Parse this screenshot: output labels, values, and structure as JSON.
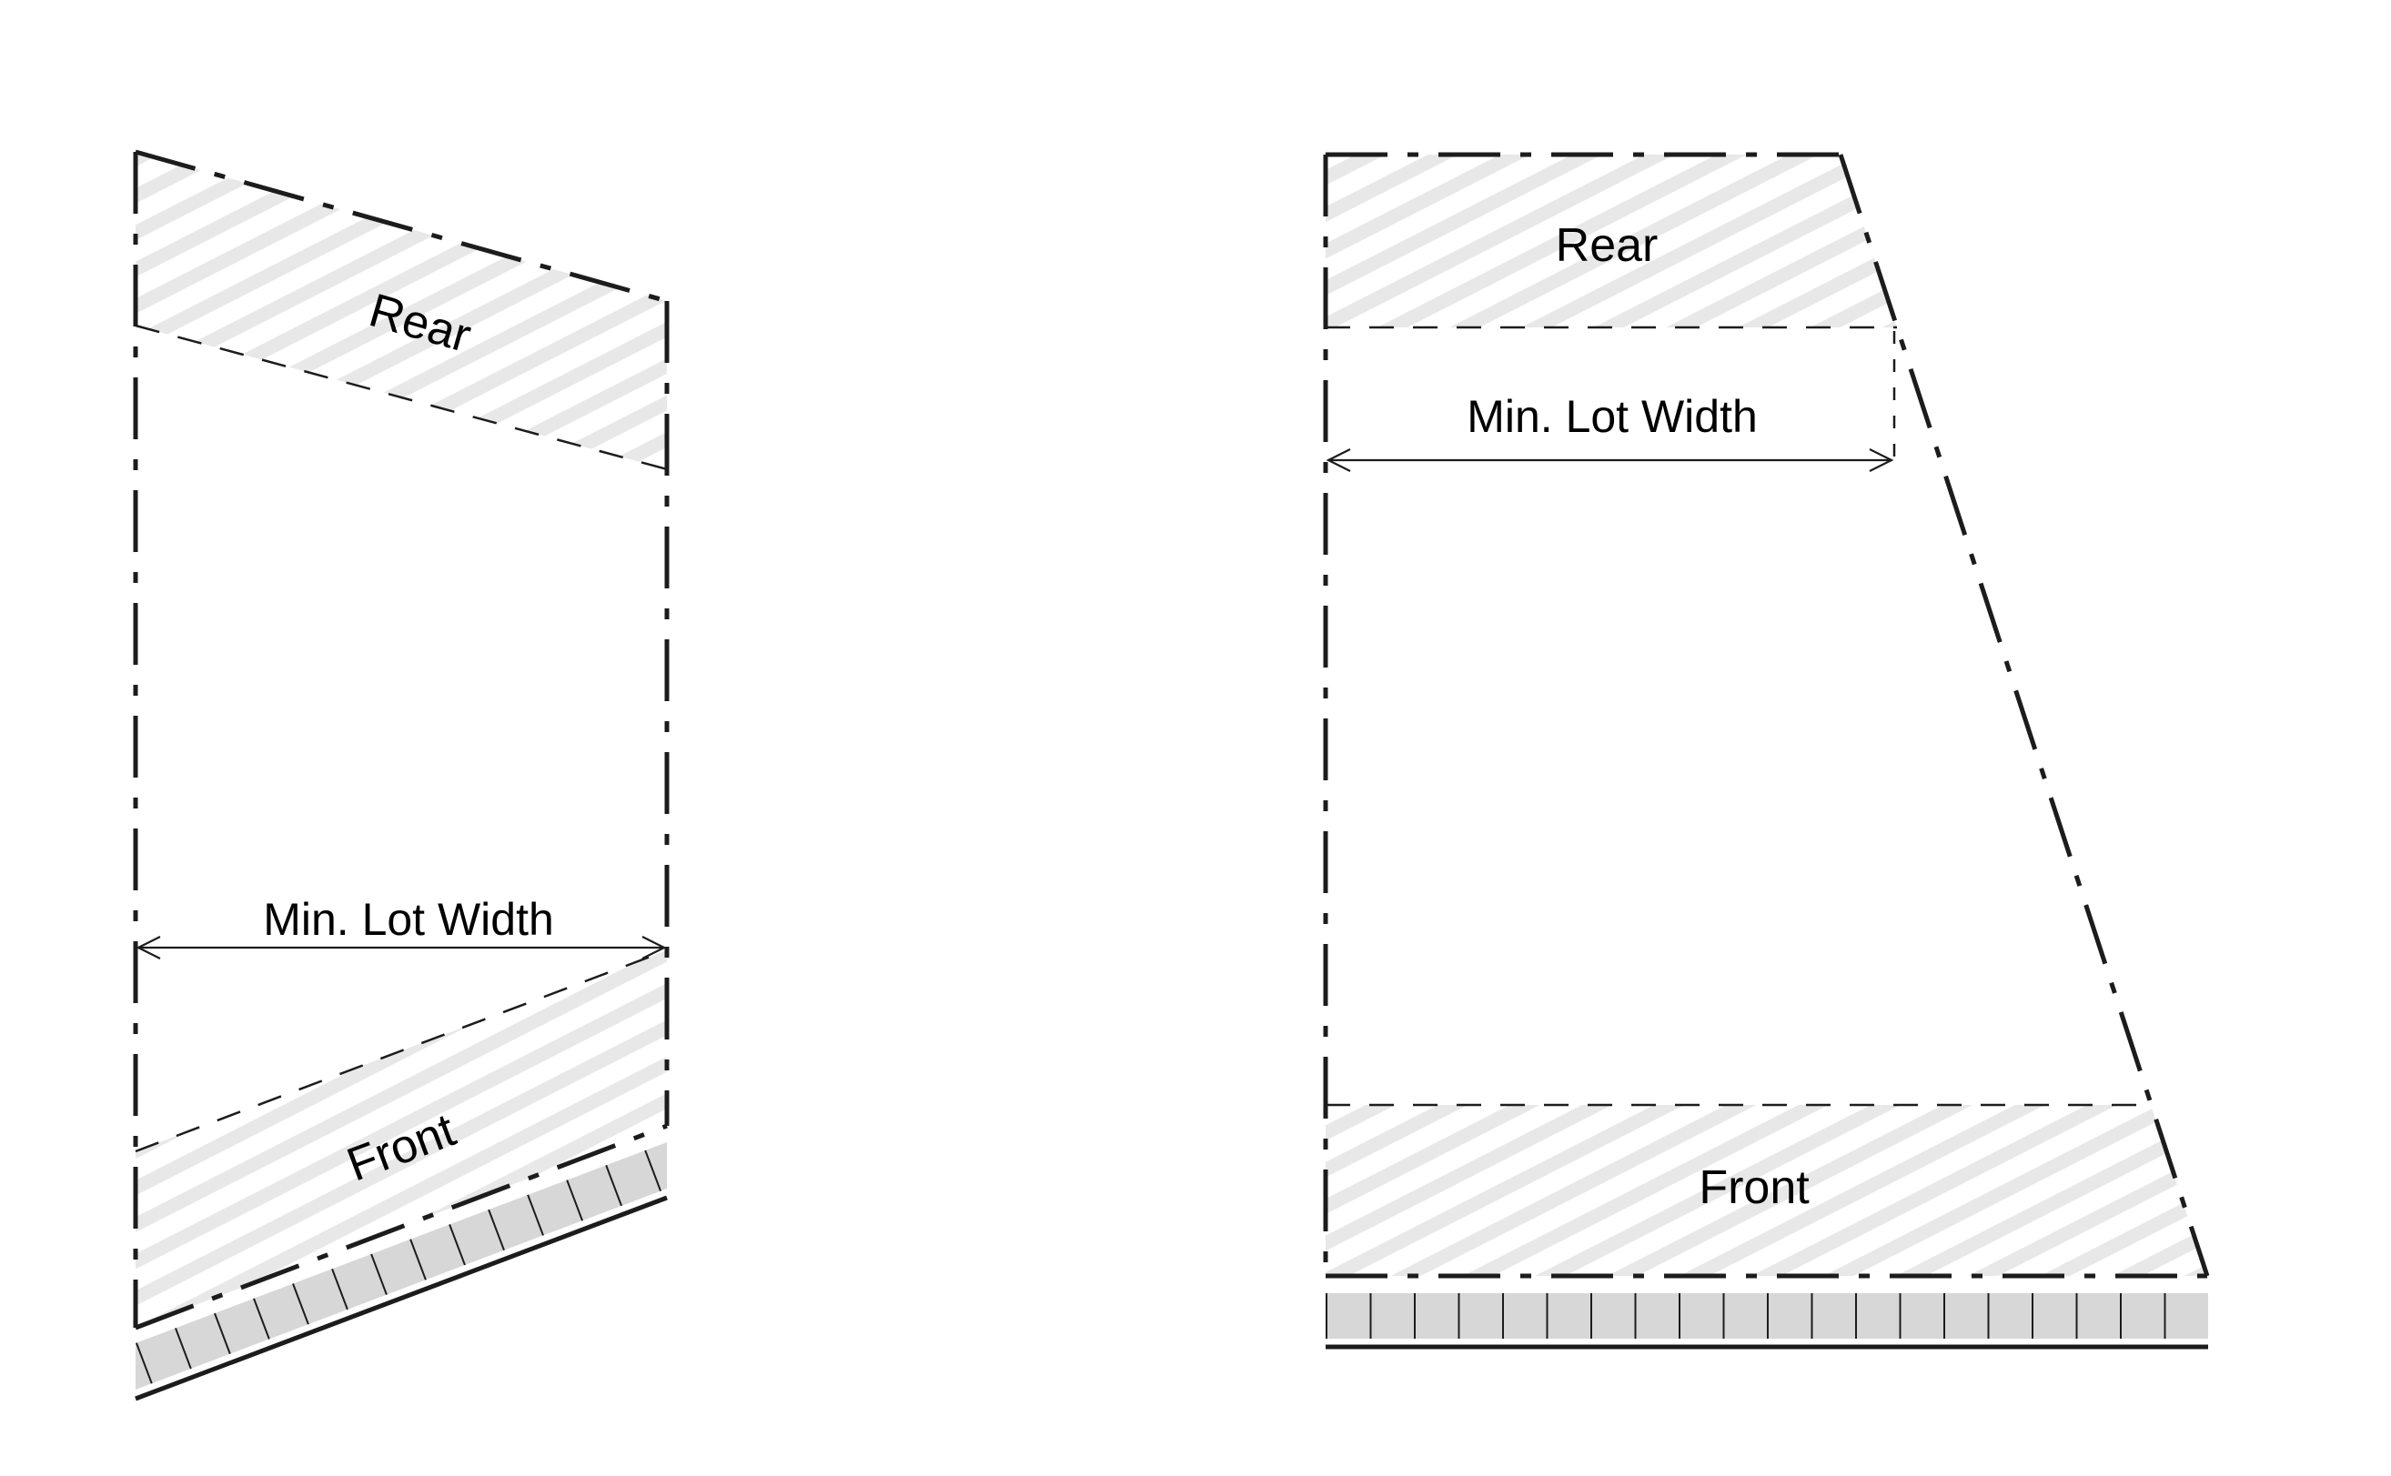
{
  "colors": {
    "line": "#1c1c1c",
    "hatch_stripe": "#e8e8e8",
    "street_fill": "#d7d7d7",
    "street_tick": "#1c1c1c",
    "text": "#000000",
    "background": "#ffffff"
  },
  "left_diagram": {
    "rear_label": "Rear",
    "front_label": "Front",
    "width_label": "Min. Lot Width"
  },
  "right_diagram": {
    "rear_label": "Rear",
    "front_label": "Front",
    "width_label": "Min. Lot Width"
  }
}
